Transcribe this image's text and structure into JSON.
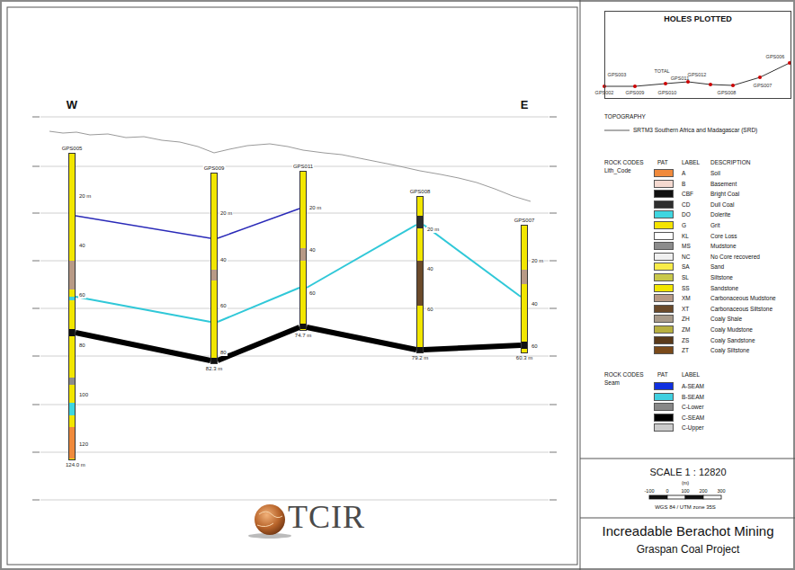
{
  "diagram": {
    "title": "Increadable Berachot Mining",
    "nodes": [
      {
        "text": [
          "GPS005",
          "124.0 m"
        ]
      },
      {
        "text": [
          "GPS009",
          "82.3 m"
        ]
      },
      {
        "text": [
          "GPS011",
          "74.7 m"
        ]
      },
      {
        "text": [
          "GPS008",
          "79.2 m"
        ]
      },
      {
        "text": [
          "GPS007",
          "60.3 m"
        ]
      },
      {
        "text": [
          "HOLES PLOTTED"
        ]
      },
      {
        "text": [
          "SCALE 1 : 12820"
        ]
      },
      {
        "text": [
          "Graspan Coal Project"
        ]
      }
    ],
    "edges": [
      {
        "from": 0,
        "to": 1,
        "arrow": "none"
      },
      {
        "from": 1,
        "to": 2,
        "arrow": "none"
      },
      {
        "from": 0,
        "to": 1,
        "arrow": "none"
      },
      {
        "from": 1,
        "to": 2,
        "arrow": "none"
      },
      {
        "from": 2,
        "to": 3,
        "arrow": "none"
      },
      {
        "from": 3,
        "to": 4,
        "arrow": "none"
      },
      {
        "from": 0,
        "to": 1,
        "arrow": "none"
      },
      {
        "from": 1,
        "to": 2,
        "arrow": "none"
      },
      {
        "from": 2,
        "to": 3,
        "arrow": "none"
      },
      {
        "from": 3,
        "to": 4,
        "arrow": "none"
      }
    ],
    "labels": [
      "W",
      "E",
      "20 m",
      "40",
      "60",
      "80",
      "100",
      "120",
      "20 m",
      "40",
      "60",
      "80",
      "20 m",
      "40",
      "60",
      "20 m",
      "40",
      "60",
      "20 m",
      "40",
      "60",
      "TCIR",
      "GPS003",
      "GPS002",
      "GPS009",
      "TOTAL",
      "GPS011",
      "GPS010",
      "GPS012",
      "GPS008",
      "GPS006",
      "GPS007",
      "TOPOGRAPHY",
      "ROCK CODES",
      "Lith_Code",
      "PAT",
      "LABEL",
      "DESCRIPTION",
      "A",
      "B",
      "CBF",
      "CD",
      "DO",
      "G",
      "KL",
      "MS",
      "NC",
      "SA",
      "SL",
      "SS",
      "XM",
      "XT",
      "ZH",
      "ZM",
      "ZS",
      "ZT",
      "ROCK CODES",
      "Seam",
      "PAT",
      "LABEL",
      "(m)",
      "-100",
      "0",
      "100",
      "200",
      "300",
      "WGS 84 / UTM zone 35S"
    ],
    "legend": [
      {
        "text": "SRTM3 Southern Africa and Madagascar (SRD)"
      },
      {
        "text": "Soil",
        "color": "#f08a3c"
      },
      {
        "text": "Basement",
        "color": "#f4d9d0"
      },
      {
        "text": "Bright Coal",
        "color": "#111111"
      },
      {
        "text": "Dull Coal",
        "color": "#2e2e2e"
      },
      {
        "text": "Dolerite",
        "color": "#3fd6e0"
      },
      {
        "text": "Grit",
        "color": "#f5e400"
      },
      {
        "text": "Core Loss",
        "color": "#ffffff"
      },
      {
        "text": "Mudstone",
        "color": "#8c8c8c"
      },
      {
        "text": "No Core recovered",
        "color": "#f0f0f0"
      },
      {
        "text": "Sand",
        "color": "#f8ec4a"
      },
      {
        "text": "Siltstone",
        "color": "#c9c84a"
      },
      {
        "text": "Sandstone",
        "color": "#f2e600"
      },
      {
        "text": "Carbonaceous Mudstone",
        "color": "#b89a86"
      },
      {
        "text": "Carbonaceous Siltstone",
        "color": "#6b4a2a"
      },
      {
        "text": "Coaly Shale",
        "color": "#a89a8a"
      },
      {
        "text": "Coaly Mudstone",
        "color": "#b8b040"
      },
      {
        "text": "Coaly Sandstone",
        "color": "#5a3a1a"
      },
      {
        "text": "Coaly Siltstone",
        "color": "#7a4a1a"
      },
      {
        "text": "A-SEAM",
        "color": "#1030e0"
      },
      {
        "text": "B-SEAM",
        "color": "#40d0e0"
      },
      {
        "text": "C-Lower",
        "color": "#888888"
      },
      {
        "text": "C-SEAM",
        "color": "#000000"
      },
      {
        "text": "C-Upper",
        "color": "#cccccc"
      }
    ]
  }
}
